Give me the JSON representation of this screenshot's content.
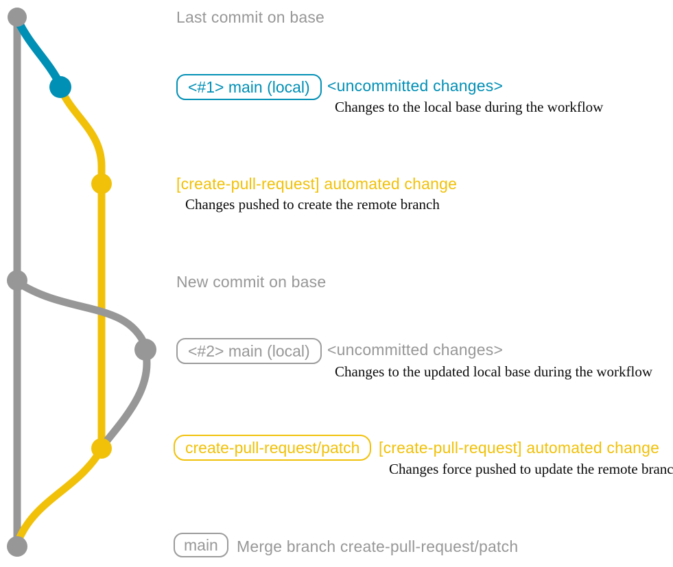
{
  "colors": {
    "gray": "#979797",
    "blue": "#008fb5",
    "yellow": "#f1c109",
    "description_text": "#0a0a0a"
  },
  "rows": {
    "r1": {
      "label": "Last commit on base"
    },
    "r2": {
      "badge": "<#1> main (local)",
      "note": "<uncommitted changes>",
      "description": "Changes to the local base during the workflow"
    },
    "r3": {
      "label": "[create-pull-request] automated change",
      "description": "Changes pushed to create the remote branch"
    },
    "r4": {
      "label": "New commit on base"
    },
    "r5": {
      "badge": "<#2> main (local)",
      "note": "<uncommitted changes>",
      "description": "Changes to the updated local base during the workflow"
    },
    "r6": {
      "badge": "create-pull-request/patch",
      "label": "[create-pull-request] automated change",
      "description": "Changes force pushed to update the remote branch"
    },
    "r7": {
      "badge": "main",
      "label": "Merge branch create-pull-request/patch"
    }
  }
}
